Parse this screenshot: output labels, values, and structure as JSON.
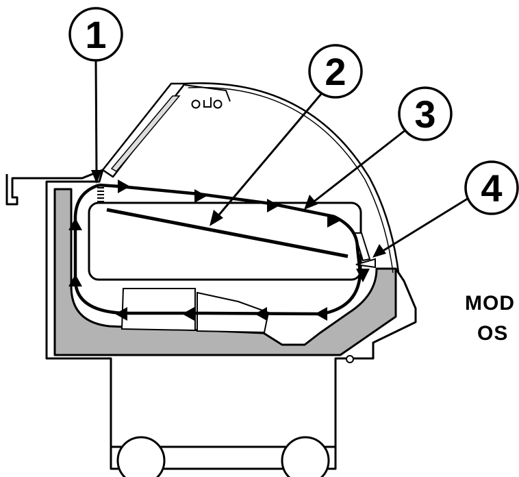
{
  "callouts": [
    {
      "number": "1"
    },
    {
      "number": "2"
    },
    {
      "number": "3"
    },
    {
      "number": "4"
    }
  ],
  "side_text": [
    "MOD",
    "OS"
  ],
  "colors": {
    "line": "#000000",
    "tank_fill": "#b3b3b3",
    "background": "#ffffff"
  }
}
